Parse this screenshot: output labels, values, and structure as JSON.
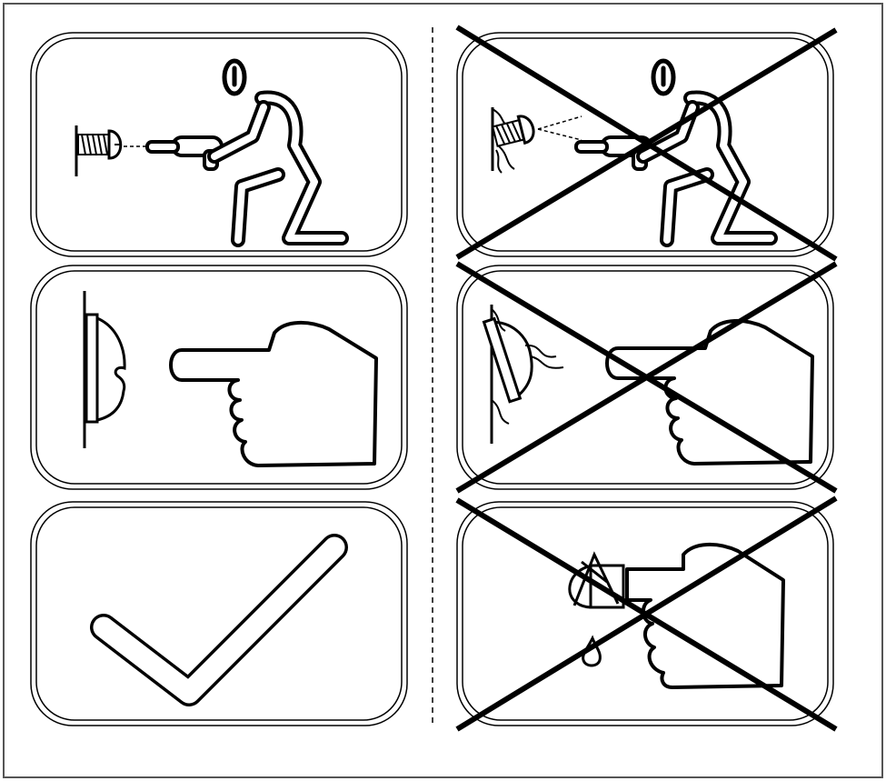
{
  "figure": {
    "kind": "wordless assembly instruction sheet",
    "colors": {
      "ink": "#000000",
      "paper": "#ffffff",
      "frame": "#555555"
    },
    "columns": [
      {
        "name": "correct",
        "panels": [
          {
            "id": "drill-screw-correct",
            "icons": [
              "person-icon",
              "drill-icon",
              "screw-icon",
              "wall-icon"
            ],
            "crossed_out": false
          },
          {
            "id": "pad-pressed-correct",
            "icons": [
              "pad-icon",
              "pointing-hand-icon",
              "wall-icon"
            ],
            "crossed_out": false
          },
          {
            "id": "done-correct",
            "icons": [
              "checkmark-icon"
            ],
            "crossed_out": false
          }
        ]
      },
      {
        "name": "incorrect",
        "panels": [
          {
            "id": "drill-screw-wrong",
            "icons": [
              "person-icon",
              "drill-icon",
              "screw-icon",
              "damaged-wall-icon"
            ],
            "crossed_out": true
          },
          {
            "id": "pad-pressed-wrong",
            "icons": [
              "pad-icon",
              "pointing-hand-icon",
              "damaged-wall-icon"
            ],
            "crossed_out": true
          },
          {
            "id": "hand-wet-wrong",
            "icons": [
              "pointing-hand-icon",
              "wet-glue-icon",
              "drop-icon"
            ],
            "crossed_out": true
          }
        ]
      }
    ],
    "divider": "dashed-vertical"
  }
}
